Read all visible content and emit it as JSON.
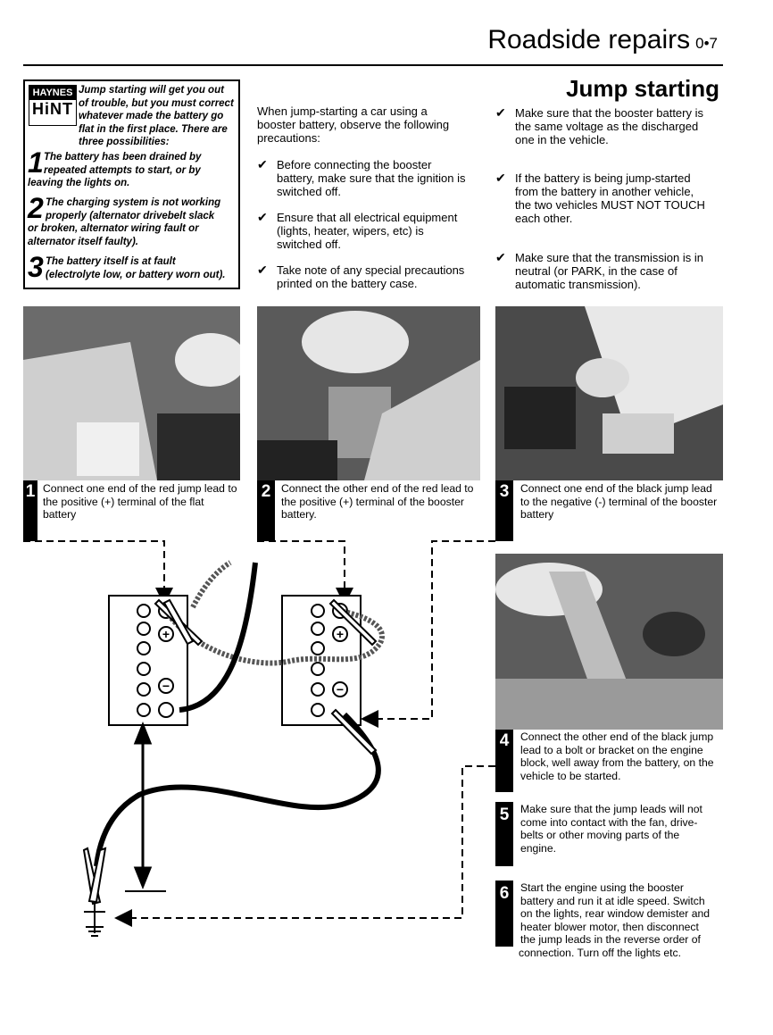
{
  "header": {
    "title": "Roadside repairs",
    "page": "0•7"
  },
  "section_title": "Jump starting",
  "hint": {
    "badge_top": "HAYNES",
    "badge_bottom": "HiNT",
    "intro": [
      "Jump starting will get you out",
      "of trouble, but you must correct",
      "whatever made the battery go",
      "flat in the first place. There are",
      "three possibilities:"
    ],
    "items": [
      {
        "num": "1",
        "lines": [
          "The battery has been drained by",
          "repeated attempts to start, or by",
          "leaving the lights on."
        ]
      },
      {
        "num": "2",
        "lines": [
          "The charging system is not working",
          "properly (alternator drivebelt slack",
          "or broken, alternator wiring fault or",
          "alternator itself faulty)."
        ]
      },
      {
        "num": "3",
        "lines": [
          "The battery itself is at fault",
          "(electrolyte low, or battery worn out)."
        ]
      }
    ]
  },
  "middle": {
    "intro": [
      "When jump-starting a car using a",
      "booster battery, observe the following",
      "precautions:"
    ],
    "bullets": [
      [
        "Before connecting the booster",
        "battery, make sure that the ignition is",
        "switched off."
      ],
      [
        "Ensure that all electrical equipment",
        "(lights, heater, wipers, etc) is",
        "switched off."
      ],
      [
        "Take note of any special precautions",
        "printed on the battery case."
      ]
    ]
  },
  "right": {
    "bullets": [
      [
        "Make sure that the booster battery is",
        "the same voltage as the discharged",
        "one in the vehicle."
      ],
      [
        "If the battery is being jump-started",
        "from the battery in another vehicle,",
        "the two vehicles MUST NOT TOUCH",
        "each other."
      ],
      [
        "Make sure that the transmission is in",
        "neutral (or PARK, in the case of",
        "automatic transmission)."
      ]
    ]
  },
  "check_glyph": "✔",
  "steps": [
    {
      "num": "1",
      "lines": [
        "Connect one end of the red jump lead to",
        "the positive (+) terminal of the flat",
        "battery"
      ]
    },
    {
      "num": "2",
      "lines": [
        "Connect the other end of the red lead to",
        "the positive (+) terminal of the booster",
        "battery."
      ]
    },
    {
      "num": "3",
      "lines": [
        "Connect one end of the black jump lead",
        "to the negative (-) terminal of the booster",
        "battery"
      ]
    },
    {
      "num": "4",
      "lines": [
        "Connect the other end of the black jump",
        "lead to a bolt or bracket on the engine",
        "block, well away from the battery, on the",
        "vehicle to be started."
      ]
    },
    {
      "num": "5",
      "lines": [
        "Make sure that the jump leads will not",
        "come into contact with the fan, drive-",
        "belts or other moving parts of the",
        "engine."
      ]
    },
    {
      "num": "6",
      "lines": [
        "Start the engine using the booster",
        "battery and run it at idle speed. Switch",
        "on the lights, rear window demister and",
        "heater blower motor, then disconnect",
        "the jump leads in the reverse order of",
        "connection. Turn off the lights etc."
      ]
    }
  ],
  "diagram": {
    "plus": "+",
    "minus": "−"
  }
}
